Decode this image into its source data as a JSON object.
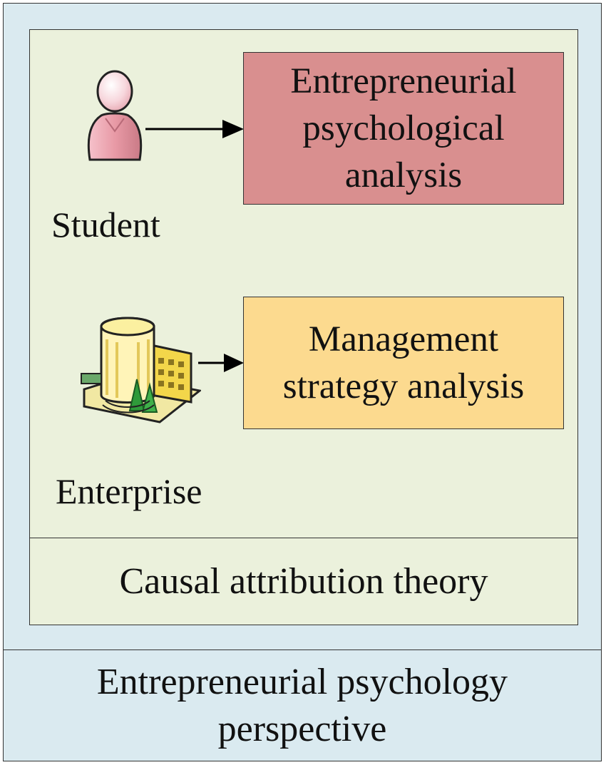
{
  "perspective": {
    "label": "Entrepreneurial psychology perspective"
  },
  "theory": {
    "label": "Causal attribution theory"
  },
  "student": {
    "label": "Student",
    "icon": "user-icon",
    "analysis": "Entrepreneurial psychological analysis",
    "box_color": "#d98f8f"
  },
  "enterprise": {
    "label": "Enterprise",
    "icon": "building-icon",
    "analysis": "Management strategy analysis",
    "box_color": "#fcda8f"
  },
  "colors": {
    "outer_background": "#daeaf0",
    "inner_background": "#ebf1dc"
  }
}
